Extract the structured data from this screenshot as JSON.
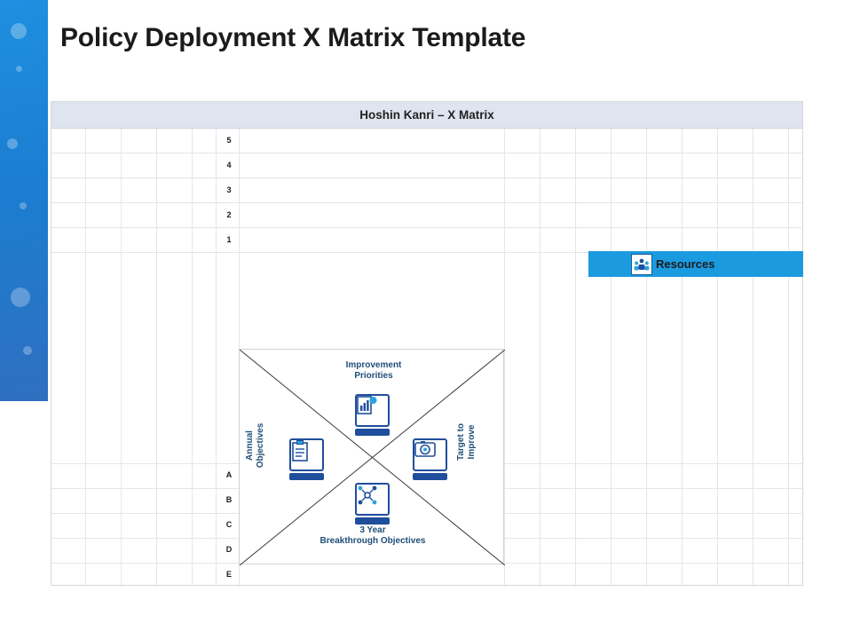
{
  "page_title": "Policy Deployment X Matrix Template",
  "matrix": {
    "header": "Hoshin Kanri – X Matrix",
    "top_row_labels": [
      "5",
      "4",
      "3",
      "2",
      "1"
    ],
    "bottom_row_labels": [
      "A",
      "B",
      "C",
      "D",
      "E"
    ],
    "quadrants": {
      "top": "Improvement\nPriorities",
      "top_line1": "Improvement",
      "top_line2": "Priorities",
      "bottom_line1": "3 Year",
      "bottom_line2": "Breakthrough Objectives",
      "left_line1": "Annual",
      "left_line2": "Objectives",
      "right_line1": "Target to",
      "right_line2": "Improve"
    },
    "icons": {
      "top": "chart-report-icon",
      "left": "clipboard-checklist-icon",
      "right": "target-camera-icon",
      "bottom": "network-nodes-icon"
    }
  },
  "resources": {
    "label": "Resources",
    "icon": "resources-people-icon",
    "color": "#1b9ae0"
  },
  "colors": {
    "accent_blue": "#1b9ae0",
    "dark_blue": "#1f4e79",
    "header_band": "#dfe5f0"
  }
}
